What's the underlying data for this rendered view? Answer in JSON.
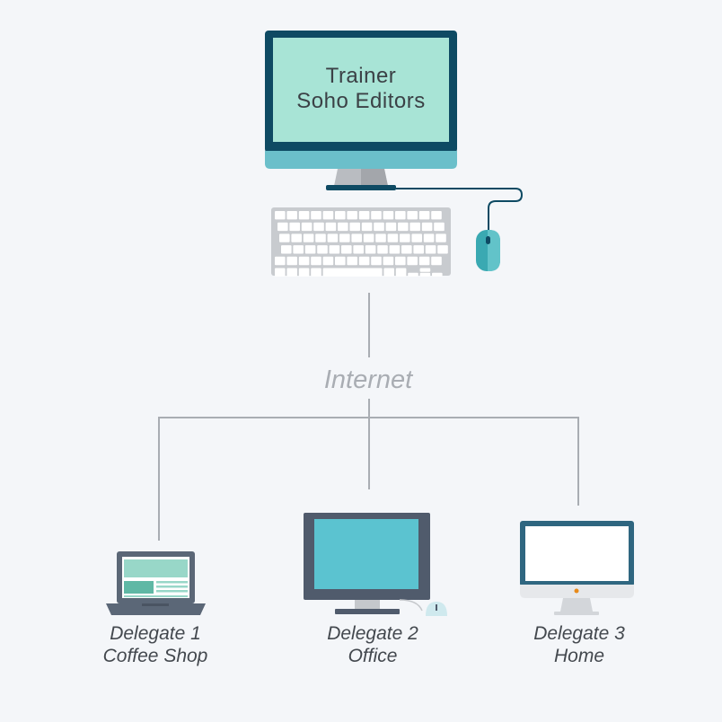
{
  "trainer": {
    "line1": "Trainer",
    "line2": "Soho Editors"
  },
  "network": {
    "label": "Internet"
  },
  "delegates": [
    {
      "line1": "Delegate 1",
      "line2": "Coffee Shop"
    },
    {
      "line1": "Delegate 2",
      "line2": "Office"
    },
    {
      "line1": "Delegate 3",
      "line2": "Home"
    }
  ],
  "colors": {
    "background": "#f4f6f9",
    "monitor_frame": "#0e4a63",
    "trainer_screen": "#a8e4d6",
    "trainer_chin": "#6bbfca",
    "stand": "#b9bcc1",
    "keyboard": "#c8cbcf",
    "mouse": "#3aa9b2",
    "connector": "#a9adb3",
    "laptop_body": "#5b6777",
    "laptop_screen": "#98d7c8",
    "office_frame": "#505b6c",
    "office_screen": "#5bc3d0",
    "home_frame": "#2f6680",
    "home_screen": "#ffffff",
    "home_chin": "#e6e8eb",
    "power_led": "#e88a1a"
  },
  "icons": [
    "trainer-monitor-icon",
    "keyboard-icon",
    "mouse-icon",
    "laptop-icon",
    "desktop-monitor-icon",
    "all-in-one-monitor-icon"
  ]
}
